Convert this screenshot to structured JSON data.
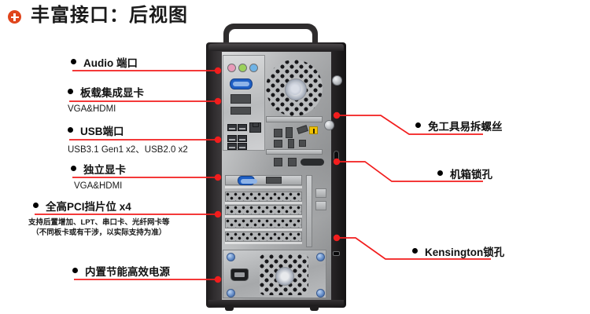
{
  "header": {
    "icon": "plus-circle-icon",
    "title": "丰富接口：后视图",
    "accent_color": "#e0451c"
  },
  "theme": {
    "leader_line_color": "#f21d1d",
    "bullet_color": "#000000",
    "text_color": "#111111",
    "background": "#ffffff"
  },
  "callouts": {
    "left": [
      {
        "id": "audio-ports",
        "label": "Audio 端口",
        "sub": ""
      },
      {
        "id": "onboard-graphics",
        "label": "板载集成显卡",
        "sub": "VGA&HDMI"
      },
      {
        "id": "usb-ports",
        "label": "USB端口",
        "sub": "USB3.1 Gen1 x2、USB2.0 x2"
      },
      {
        "id": "discrete-graphics",
        "label": "独立显卡",
        "sub": "VGA&HDMI"
      },
      {
        "id": "pci-brackets",
        "label": "全高PCI挡片位 x4",
        "sub": "",
        "note_line1": "支持后置增加、LPT、串口卡、光纤网卡等",
        "note_line2": "（不同板卡或有干涉，以实际支持为准）"
      },
      {
        "id": "power-supply",
        "label": "内置节能高效电源",
        "sub": ""
      }
    ],
    "right": [
      {
        "id": "toolless-screw",
        "label": "免工具易拆螺丝"
      },
      {
        "id": "chassis-lock-hole",
        "label": "机箱锁孔"
      },
      {
        "id": "kensington-lock",
        "label": "Kensington锁孔"
      }
    ]
  },
  "device": {
    "name": "desktop-tower-rear-view",
    "parts": {
      "handle": "carry-handle",
      "audio_jacks": [
        "pink",
        "green",
        "blue"
      ],
      "vga_port": "blue",
      "warning_label": "yellow"
    }
  }
}
